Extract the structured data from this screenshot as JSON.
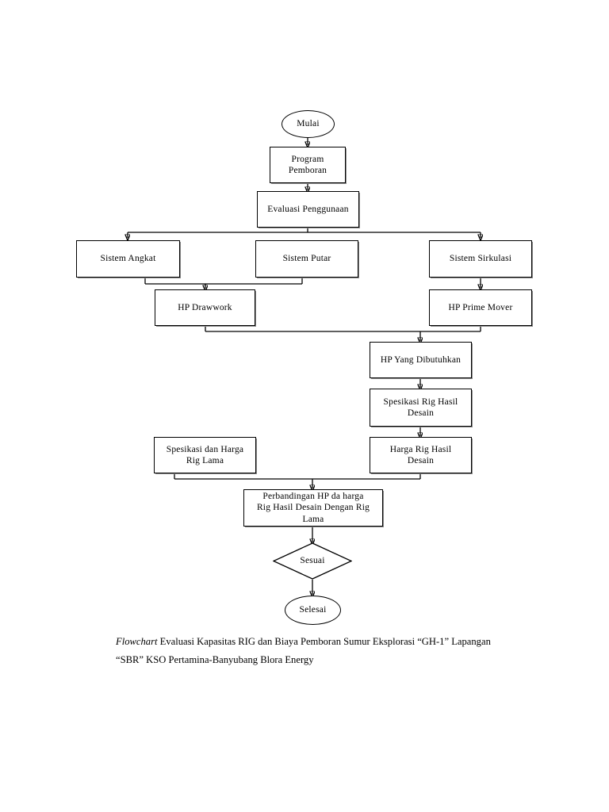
{
  "document": {
    "type": "flowchart",
    "caption": {
      "italic_lead": "Flowchart",
      "rest": " Evaluasi Kapasitas RIG dan Biaya Pemboran Sumur Eksplorasi “GH-1” Lapangan “SBR” KSO Pertamina-Banyubang Blora Energy"
    }
  },
  "nodes": {
    "start": {
      "label": "Mulai",
      "shape": "ellipse"
    },
    "program_pemboran": {
      "label": "Program\nPemboran",
      "shape": "rectangle"
    },
    "evaluasi_penggunaan": {
      "label": "Evaluasi Penggunaan",
      "shape": "rectangle"
    },
    "sistem_angkat": {
      "label": "Sistem Angkat",
      "shape": "rectangle"
    },
    "sistem_putar": {
      "label": "Sistem Putar",
      "shape": "rectangle"
    },
    "sistem_sirkulasi": {
      "label": "Sistem Sirkulasi",
      "shape": "rectangle"
    },
    "hp_drawwork": {
      "label": "HP Drawwork",
      "shape": "rectangle"
    },
    "hp_prime_mover": {
      "label": "HP Prime Mover",
      "shape": "rectangle"
    },
    "hp_yang_dibutuhkan": {
      "label": "HP Yang Dibutuhkan",
      "shape": "rectangle"
    },
    "spesikasi_rig_hasil_desain": {
      "label": "Spesikasi Rig Hasil\nDesain",
      "shape": "rectangle"
    },
    "spesikasi_dan_harga_rig_lama": {
      "label": "Spesikasi dan Harga\nRig Lama",
      "shape": "rectangle"
    },
    "harga_rig_hasil_desain": {
      "label": "Harga Rig Hasil\nDesain",
      "shape": "rectangle"
    },
    "perbandingan": {
      "label": "Perbandingan HP da harga\nRig Hasil Desain Dengan Rig\nLama",
      "shape": "rectangle"
    },
    "sesuai": {
      "label": "Sesuai",
      "shape": "diamond"
    },
    "selesai": {
      "label": "Selesai",
      "shape": "ellipse"
    }
  },
  "colors": {
    "stroke": "#000000",
    "fill": "#ffffff",
    "shadow": "#8a8a8a",
    "text": "#000000"
  }
}
